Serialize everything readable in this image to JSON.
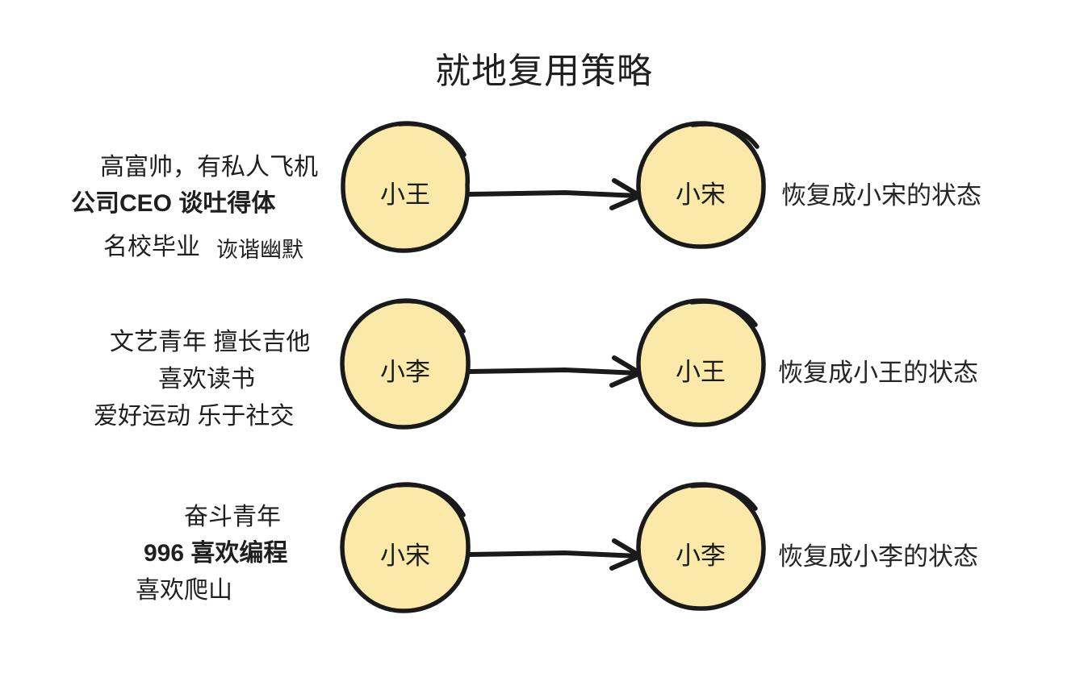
{
  "title": "就地复用策略",
  "colors": {
    "node_fill": "#fae9a8",
    "stroke": "#1a1a1a",
    "text": "#1f1f1f",
    "background": "#ffffff"
  },
  "rows": [
    {
      "traits": [
        "高富帅，有私人飞机",
        "公司CEO  谈吐得体",
        "名校毕业",
        "诙谐幽默"
      ],
      "source_node": "小王",
      "target_node": "小宋",
      "state_text": "恢复成小宋的状态"
    },
    {
      "traits": [
        "文艺青年  擅长吉他",
        "喜欢读书",
        "爱好运动   乐于社交"
      ],
      "source_node": "小李",
      "target_node": "小王",
      "state_text": "恢复成小王的状态"
    },
    {
      "traits": [
        "奋斗青年",
        "996   喜欢编程",
        "喜欢爬山"
      ],
      "source_node": "小宋",
      "target_node": "小李",
      "state_text": "恢复成小李的状态"
    }
  ]
}
